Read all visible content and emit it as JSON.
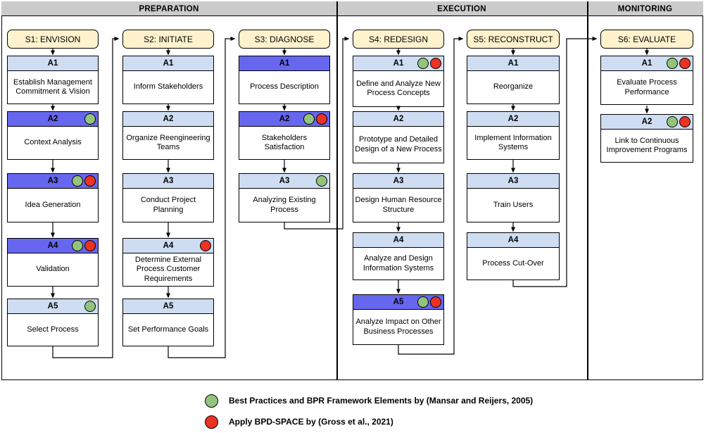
{
  "bands": [
    {
      "label": "PREPARATION"
    },
    {
      "label": "EXECUTION"
    },
    {
      "label": "MONITORING"
    }
  ],
  "stages": [
    {
      "title": "S1: ENVISION",
      "activities": [
        {
          "code": "A1",
          "title": "Establish Management Commitment & Vision",
          "style": "blue",
          "markers": []
        },
        {
          "code": "A2",
          "title": "Context Analysis",
          "style": "purple",
          "markers": [
            "green"
          ]
        },
        {
          "code": "A3",
          "title": "Idea Generation",
          "style": "purple",
          "markers": [
            "green",
            "red"
          ]
        },
        {
          "code": "A4",
          "title": "Validation",
          "style": "purple",
          "markers": [
            "green",
            "red"
          ]
        },
        {
          "code": "A5",
          "title": "Select Process",
          "style": "blue",
          "markers": [
            "green"
          ]
        }
      ]
    },
    {
      "title": "S2: INITIATE",
      "activities": [
        {
          "code": "A1",
          "title": "Inform Stakeholders",
          "style": "blue",
          "markers": []
        },
        {
          "code": "A2",
          "title": "Organize Reengineering Teams",
          "style": "blue",
          "markers": []
        },
        {
          "code": "A3",
          "title": "Conduct Project Planning",
          "style": "blue",
          "markers": []
        },
        {
          "code": "A4",
          "title": "Determine External Process Customer Requirements",
          "style": "blue",
          "markers": [
            "red"
          ]
        },
        {
          "code": "A5",
          "title": "Set Performance Goals",
          "style": "blue",
          "markers": []
        }
      ]
    },
    {
      "title": "S3: DIAGNOSE",
      "activities": [
        {
          "code": "A1",
          "title": "Process Description",
          "style": "purple",
          "markers": []
        },
        {
          "code": "A2",
          "title": "Stakeholders Satisfaction",
          "style": "purple",
          "markers": [
            "green",
            "red"
          ]
        },
        {
          "code": "A3",
          "title": "Analyzing Existing Process",
          "style": "blue",
          "markers": [
            "green"
          ]
        }
      ]
    },
    {
      "title": "S4: REDESIGN",
      "activities": [
        {
          "code": "A1",
          "title": "Define and Analyze New Process Concepts",
          "style": "blue",
          "markers": [
            "green",
            "red"
          ]
        },
        {
          "code": "A2",
          "title": "Prototype and Detailed Design of a New Process",
          "style": "blue",
          "markers": []
        },
        {
          "code": "A3",
          "title": "Design Human Resource Structure",
          "style": "blue",
          "markers": []
        },
        {
          "code": "A4",
          "title": "Analyze and Design Information Systems",
          "style": "blue",
          "markers": []
        },
        {
          "code": "A5",
          "title": "Analyze Impact on Other Business Processes",
          "style": "purple",
          "markers": [
            "green",
            "red"
          ]
        }
      ]
    },
    {
      "title": "S5: RECONSTRUCT",
      "activities": [
        {
          "code": "A1",
          "title": "Reorganize",
          "style": "blue",
          "markers": []
        },
        {
          "code": "A2",
          "title": "Implement Information Systems",
          "style": "blue",
          "markers": []
        },
        {
          "code": "A3",
          "title": "Train Users",
          "style": "blue",
          "markers": []
        },
        {
          "code": "A4",
          "title": "Process Cut-Over",
          "style": "blue",
          "markers": []
        }
      ]
    },
    {
      "title": "S6: EVALUATE",
      "activities": [
        {
          "code": "A1",
          "title": "Evaluate Process Performance",
          "style": "blue",
          "markers": [
            "green",
            "red"
          ]
        },
        {
          "code": "A2",
          "title": "Link to Continuous Improvement Programs",
          "style": "blue",
          "markers": [
            "green",
            "red"
          ]
        }
      ]
    }
  ],
  "legend": [
    {
      "marker": "green",
      "label": "Best Practices and BPR Framework Elements by (Mansar and Reijers, 2005)"
    },
    {
      "marker": "red",
      "label": "Apply BPD-SPACE by (Gross et al., 2021)"
    }
  ],
  "colors": {
    "green": "#93C47D",
    "red": "#EA3323",
    "purple": "#6666EE",
    "blue": "#CFDDF2",
    "cream": "#FFF2CC",
    "band": "#CBCBCB"
  }
}
